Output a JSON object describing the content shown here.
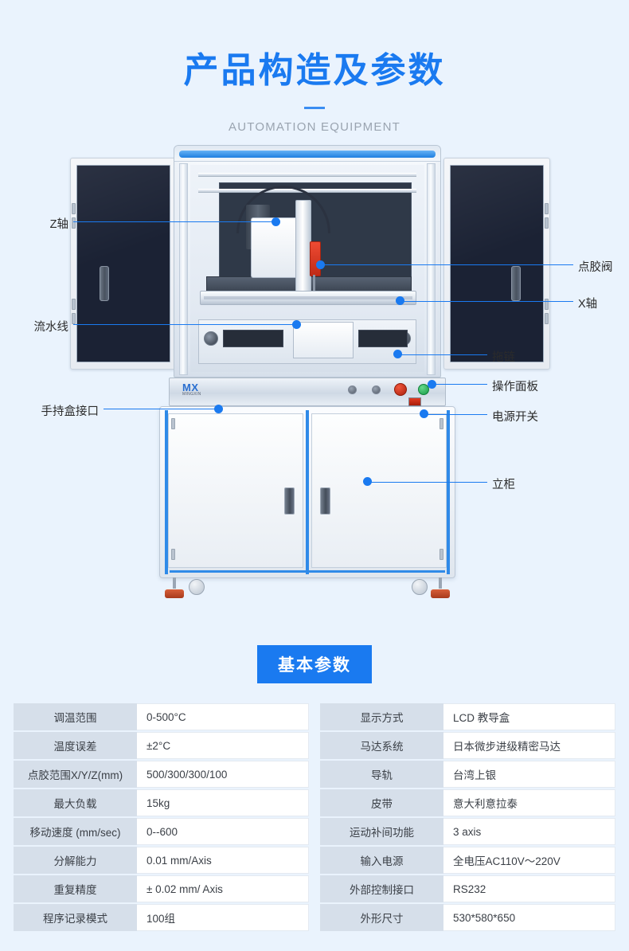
{
  "header": {
    "title": "产品构造及参数",
    "subtitle": "AUTOMATION EQUIPMENT",
    "accent_color": "#1a7af0"
  },
  "figure": {
    "brand_mark": "MX",
    "brand_text": "MINGXIN",
    "callouts_left": [
      {
        "label": "Z轴"
      },
      {
        "label": "流水线"
      },
      {
        "label": "手持盒接口"
      }
    ],
    "callouts_right": [
      {
        "label": "点胶阀"
      },
      {
        "label": "X轴"
      },
      {
        "label": "拖链"
      },
      {
        "label": "操作面板"
      },
      {
        "label": "电源开关"
      },
      {
        "label": "立柜"
      }
    ]
  },
  "section": {
    "badge": "基本参数",
    "badge_color": "#1a7af0"
  },
  "specs": {
    "left": [
      {
        "key": "调温范围",
        "value": "0-500°C"
      },
      {
        "key": "温度误差",
        "value": "±2°C"
      },
      {
        "key": "点胶范围X/Y/Z(mm)",
        "value": "500/300/300/100"
      },
      {
        "key": "最大负载",
        "value": "15kg"
      },
      {
        "key": "移动速度 (mm/sec)",
        "value": "0--600"
      },
      {
        "key": "分解能力",
        "value": "0.01 mm/Axis"
      },
      {
        "key": "重复精度",
        "value": "± 0.02 mm/ Axis"
      },
      {
        "key": "程序记录模式",
        "value": "100组"
      }
    ],
    "right": [
      {
        "key": "显示方式",
        "value": "LCD 教导盒"
      },
      {
        "key": "马达系统",
        "value": "日本微步进级精密马达"
      },
      {
        "key": "导轨",
        "value": "台湾上银"
      },
      {
        "key": "皮带",
        "value": "意大利意拉泰"
      },
      {
        "key": "运动补间功能",
        "value": "3 axis"
      },
      {
        "key": "输入电源",
        "value": "全电压AC110V～220V"
      },
      {
        "key": "外部控制接口",
        "value": "RS232"
      },
      {
        "key": "外形尺寸",
        "value": "530*580*650"
      }
    ]
  }
}
